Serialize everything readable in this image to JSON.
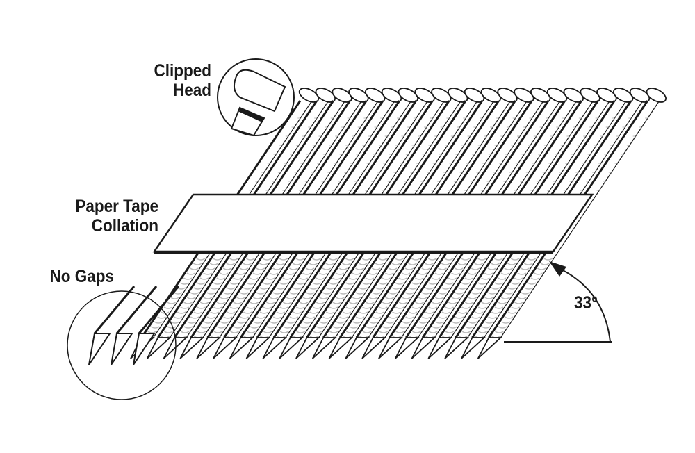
{
  "labels": {
    "clipped_head_line1": "Clipped",
    "clipped_head_line2": "Head",
    "paper_tape_line1": "Paper Tape",
    "paper_tape_line2": "Collation",
    "no_gaps": "No Gaps",
    "angle": "33°"
  },
  "nail_strip": {
    "nail_count": 22,
    "collation_angle_degrees": 33
  },
  "colors": {
    "ink": "#1a1a1a",
    "background": "#ffffff",
    "shade": "#bbbbbb"
  }
}
